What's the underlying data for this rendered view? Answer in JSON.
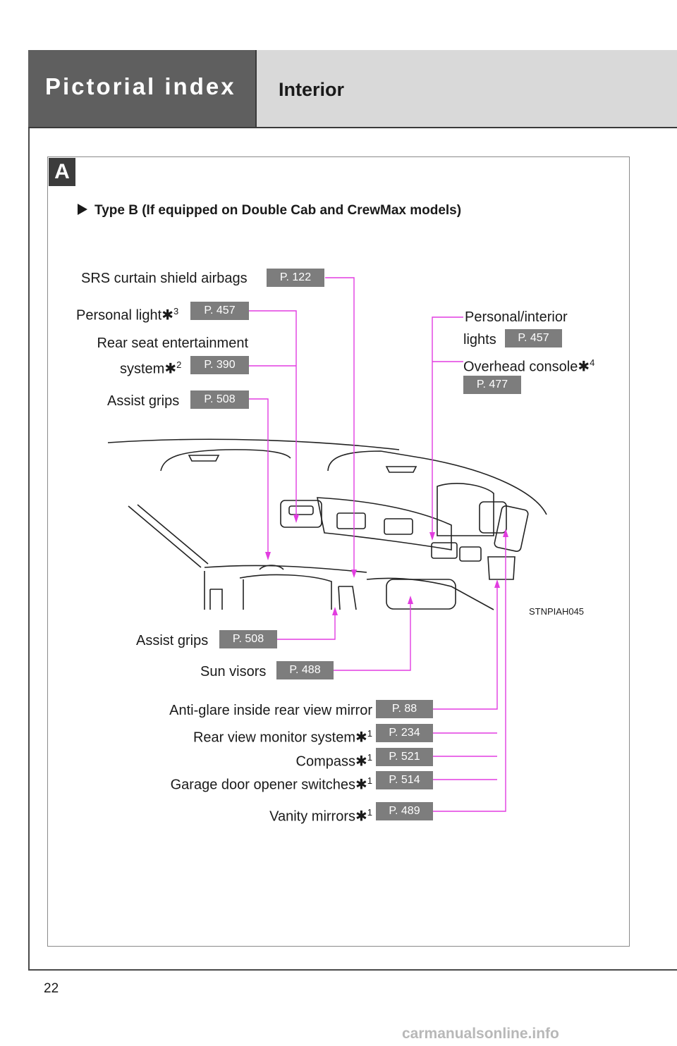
{
  "header": {
    "section": "Pictorial index",
    "subsection": "Interior"
  },
  "badge": "A",
  "type_heading": "Type B (If equipped on Double Cab and CrewMax models)",
  "image_code": "STNPIAH045",
  "page_number": "22",
  "watermark": "carmanualsonline.info",
  "callouts": {
    "srs": {
      "label": "SRS curtain shield airbags",
      "ref": "P. 122"
    },
    "personal_light": {
      "label": "Personal light",
      "mark": "✱",
      "note": "3",
      "ref": "P. 457"
    },
    "rear_seat": {
      "label_line1": "Rear seat entertainment",
      "label_line2": "system",
      "mark": "✱",
      "note": "2",
      "ref": "P. 390"
    },
    "assist_grips_top": {
      "label": "Assist grips",
      "ref": "P. 508"
    },
    "personal_interior": {
      "label_line1": "Personal/interior",
      "label_line2": "lights",
      "ref": "P. 457"
    },
    "overhead_console": {
      "label": "Overhead console",
      "mark": "✱",
      "note": "4",
      "ref": "P. 477"
    },
    "assist_grips_bottom": {
      "label": "Assist grips",
      "ref": "P. 508"
    },
    "sun_visors": {
      "label": "Sun visors",
      "ref": "P. 488"
    },
    "anti_glare": {
      "label": "Anti-glare inside rear view mirror",
      "ref": "P. 88"
    },
    "rear_view_monitor": {
      "label": "Rear view monitor system",
      "mark": "✱",
      "note": "1",
      "ref": "P. 234"
    },
    "compass": {
      "label": "Compass",
      "mark": "✱",
      "note": "1",
      "ref": "P. 521"
    },
    "garage_door": {
      "label": "Garage door opener switches",
      "mark": "✱",
      "note": "1",
      "ref": "P. 514"
    },
    "vanity_mirrors": {
      "label": "Vanity mirrors",
      "mark": "✱",
      "note": "1",
      "ref": "P. 489"
    }
  },
  "colors": {
    "leader": "#e23de0",
    "header_dark": "#5f5f5f",
    "header_light": "#d9d9d9",
    "ref_badge": "#7d7d7d"
  }
}
